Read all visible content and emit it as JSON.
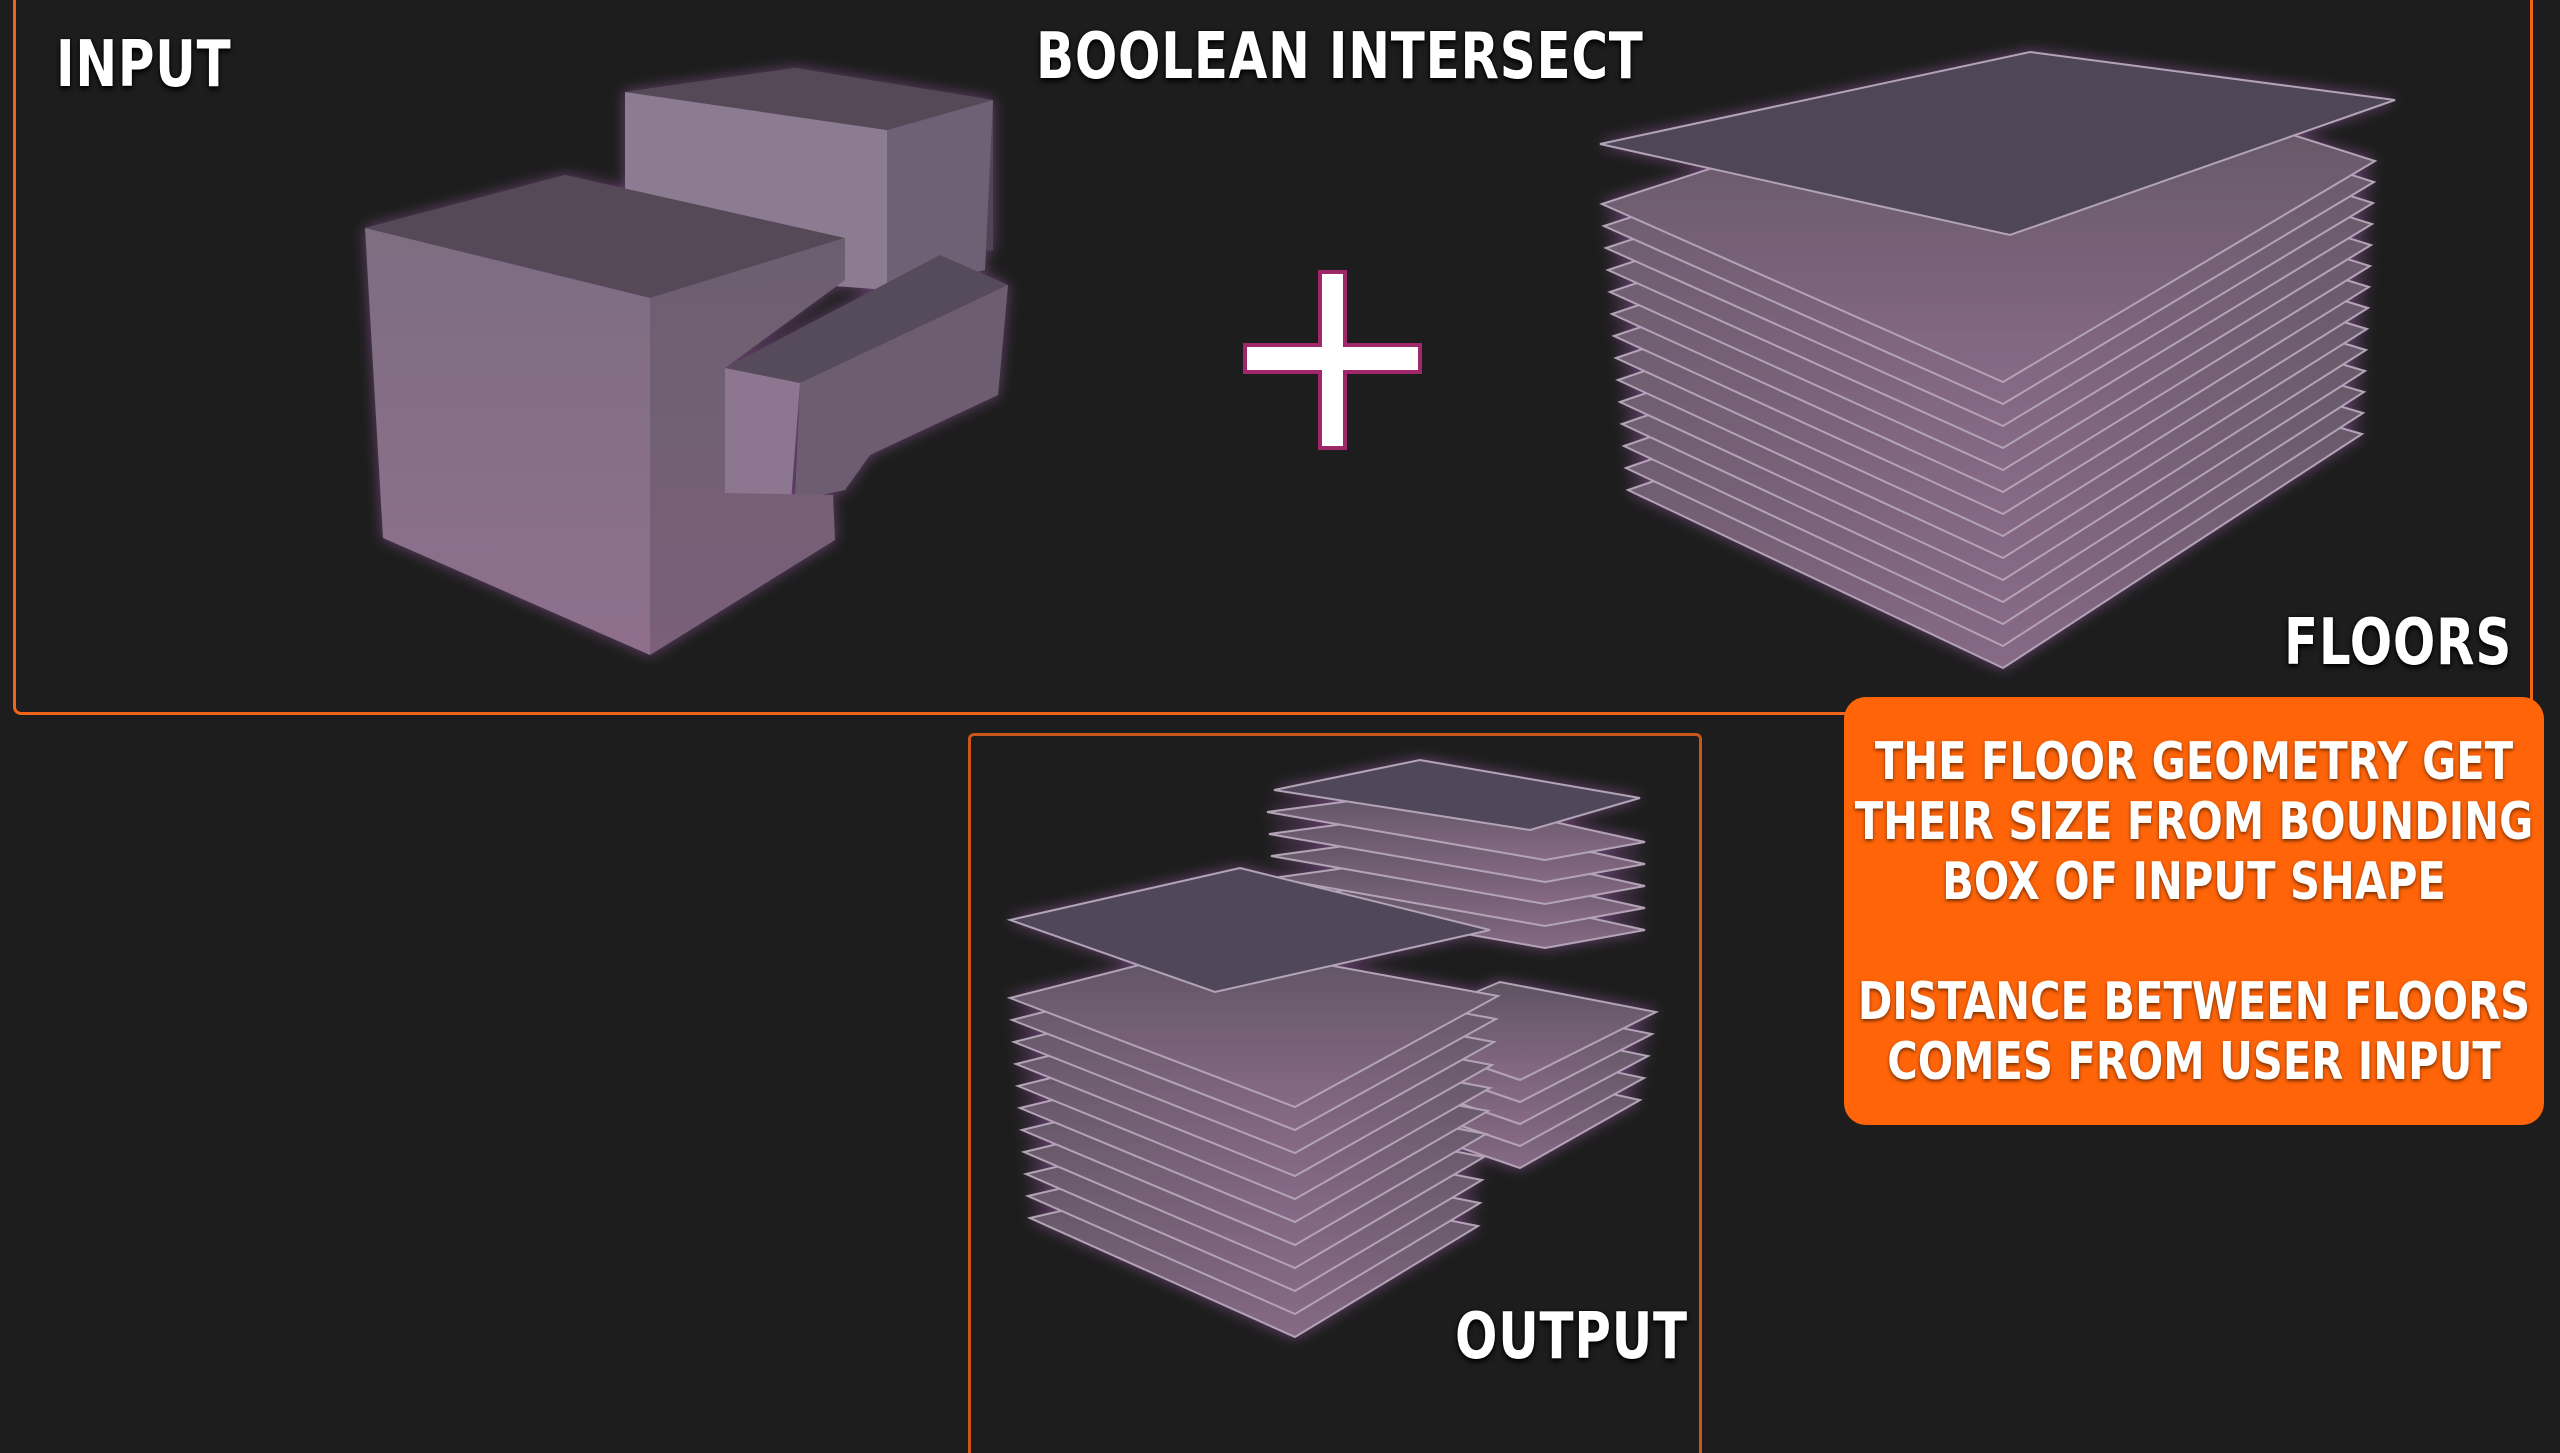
{
  "title": "BOOLEAN INTERSECT",
  "labels": {
    "input": "INPUT",
    "floors": "FLOORS",
    "output": "OUTPUT"
  },
  "note": {
    "line1": "THE FLOOR GEOMETRY GET THEIR  SIZE FROM BOUNDING BOX OF INPUT SHAPE",
    "line2": "DISTANCE BETWEEN FLOORS COMES FROM USER INPUT"
  },
  "colors": {
    "accent": "#ff6409",
    "background": "#1d1d1d",
    "shape": "#8a7690"
  }
}
